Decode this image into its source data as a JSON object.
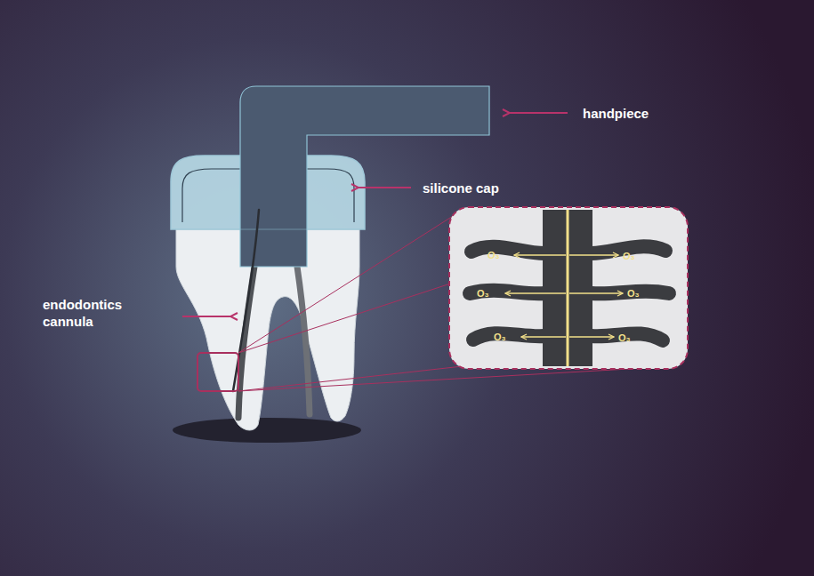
{
  "diagram": {
    "labels": [
      "handpiece",
      "silicone cap",
      "endodontics cannula",
      "O₃",
      "O₃",
      "O₃",
      "O₃",
      "O₃",
      "O₃"
    ]
  }
}
